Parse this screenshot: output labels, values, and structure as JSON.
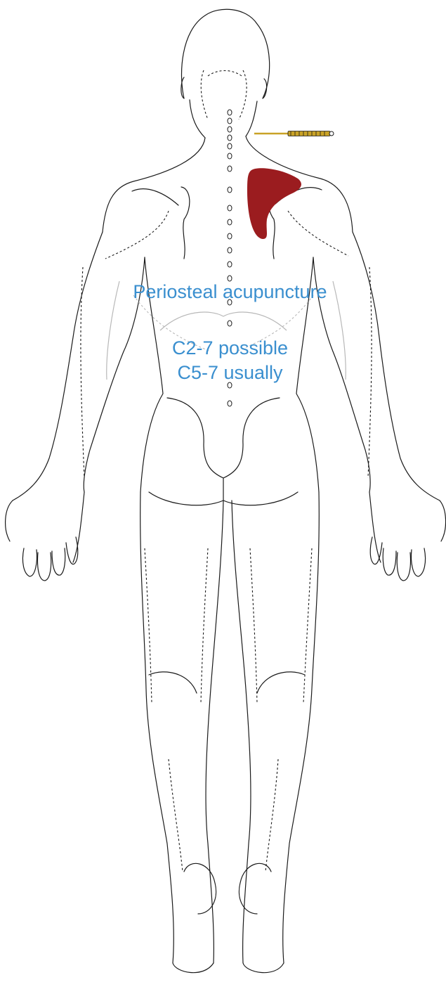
{
  "labels": {
    "technique": "Periosteal acupuncture",
    "levels_possible": "C2-7 possible",
    "levels_usual": "C5-7 usually"
  },
  "colors": {
    "pain_area": "#9b1c1f",
    "label_text": "#3a8fcf",
    "needle": "#c9a227",
    "outline": "#1a1a1a"
  },
  "icons": {
    "needle": "acupuncture-needle-icon"
  }
}
